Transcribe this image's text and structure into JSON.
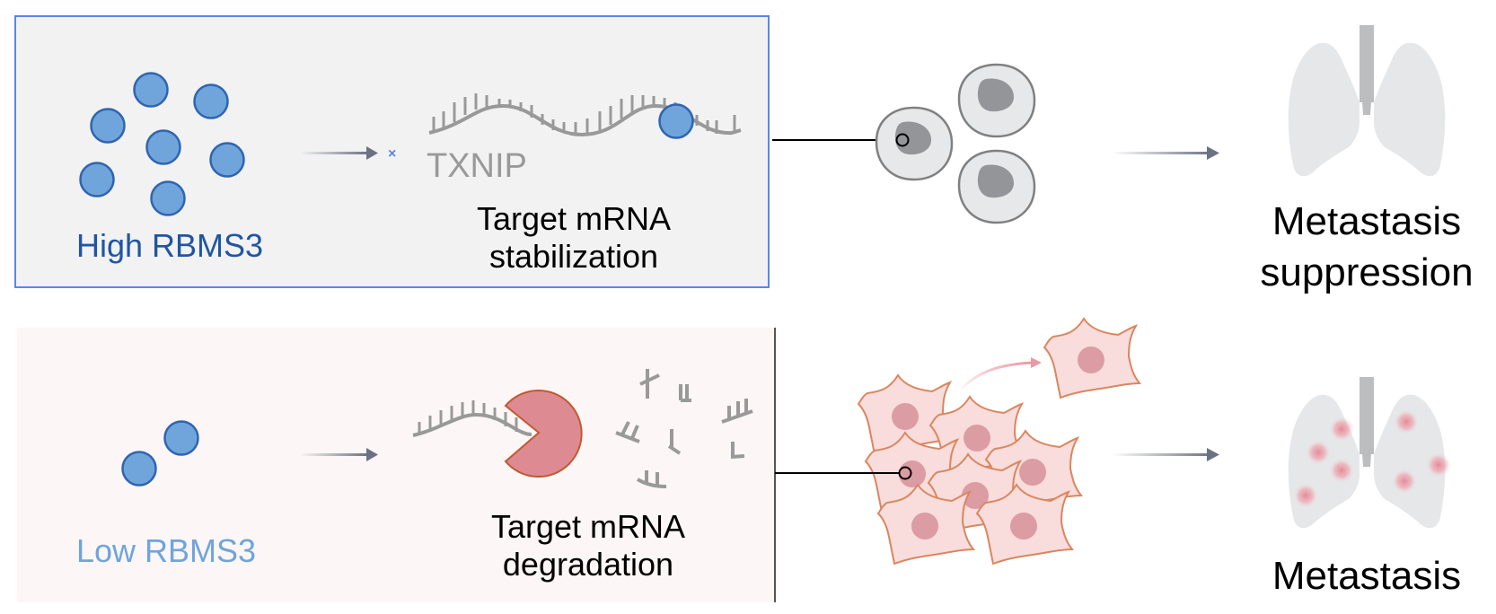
{
  "colors": {
    "panel_high_bg": "#f2f2f2",
    "panel_high_border": "#5b86e5",
    "panel_low_bg": "#fcf6f6",
    "rbp_fill": "#6fa5db",
    "rbp_stroke": "#2f65b0",
    "high_label": "#1f56a3",
    "low_label": "#6fa5db",
    "mrna": "#999999",
    "nuclease_fill": "#de8a93",
    "nuclease_stroke": "#c0592f",
    "normal_cell_fill": "#e7e8e9",
    "normal_cell_stroke": "#808080",
    "normal_nucleus": "#939598",
    "tumor_cell_fill": "#f9dcdc",
    "tumor_cell_stroke": "#d9875f",
    "tumor_nucleus": "#dc9ca4",
    "lung_fill": "#e6e7e8",
    "trachea_fill": "#bcbdbf",
    "metastasis_spot": "#e99aa6",
    "arrow": "#6b7285",
    "text": "#000000"
  },
  "top_panel": {
    "rbp_label": "High RBMS3",
    "rbp_count": 7,
    "gene_label": "TXNIP",
    "marker": "×",
    "process_line1": "Target mRNA",
    "process_line2": "stabilization",
    "cell_state": "normal",
    "cell_count": 3,
    "outcome_line1": "Metastasis",
    "outcome_line2": "suppression",
    "lung_spots": 0
  },
  "bottom_panel": {
    "rbp_label": "Low RBMS3",
    "rbp_count": 2,
    "process_line1": "Target mRNA",
    "process_line2": "degradation",
    "cell_state": "migratory",
    "cell_count": 8,
    "outcome_line1": "Metastasis",
    "lung_spots": 7
  }
}
